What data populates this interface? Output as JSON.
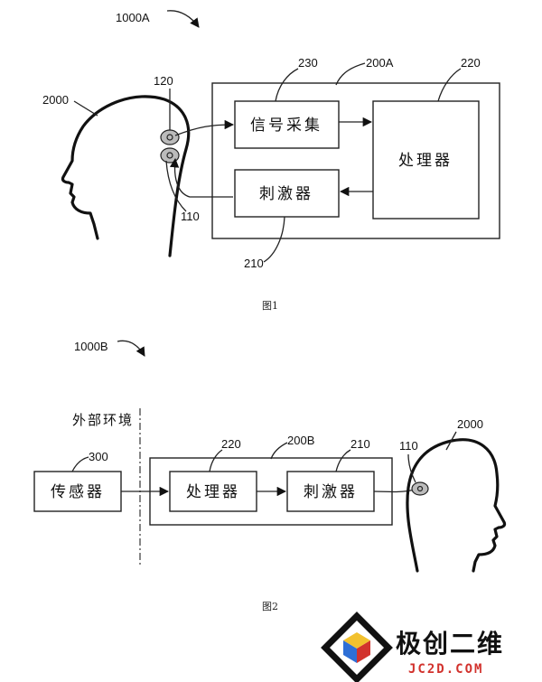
{
  "figure1": {
    "system_label": "1000A",
    "device_label": "200A",
    "person_label": "2000",
    "electrode_label": "120",
    "electrode2_label": "110",
    "signal_ref": "230",
    "processor_ref": "220",
    "stimulator_ref": "210",
    "signal_box": "信号采集",
    "processor_box": "处理器",
    "stimulator_box": "刺激器",
    "caption": "图1"
  },
  "figure2": {
    "system_label": "1000B",
    "device_label": "200B",
    "person_label": "2000",
    "electrode_label": "110",
    "sensor_ref": "300",
    "processor_ref": "220",
    "stimulator_ref": "210",
    "external_env": "外部环境",
    "sensor_box": "传感器",
    "processor_box": "处理器",
    "stimulator_box": "刺激器",
    "caption": "图2"
  },
  "watermark": {
    "brand": "极创二维",
    "site": "JC2D.COM"
  }
}
